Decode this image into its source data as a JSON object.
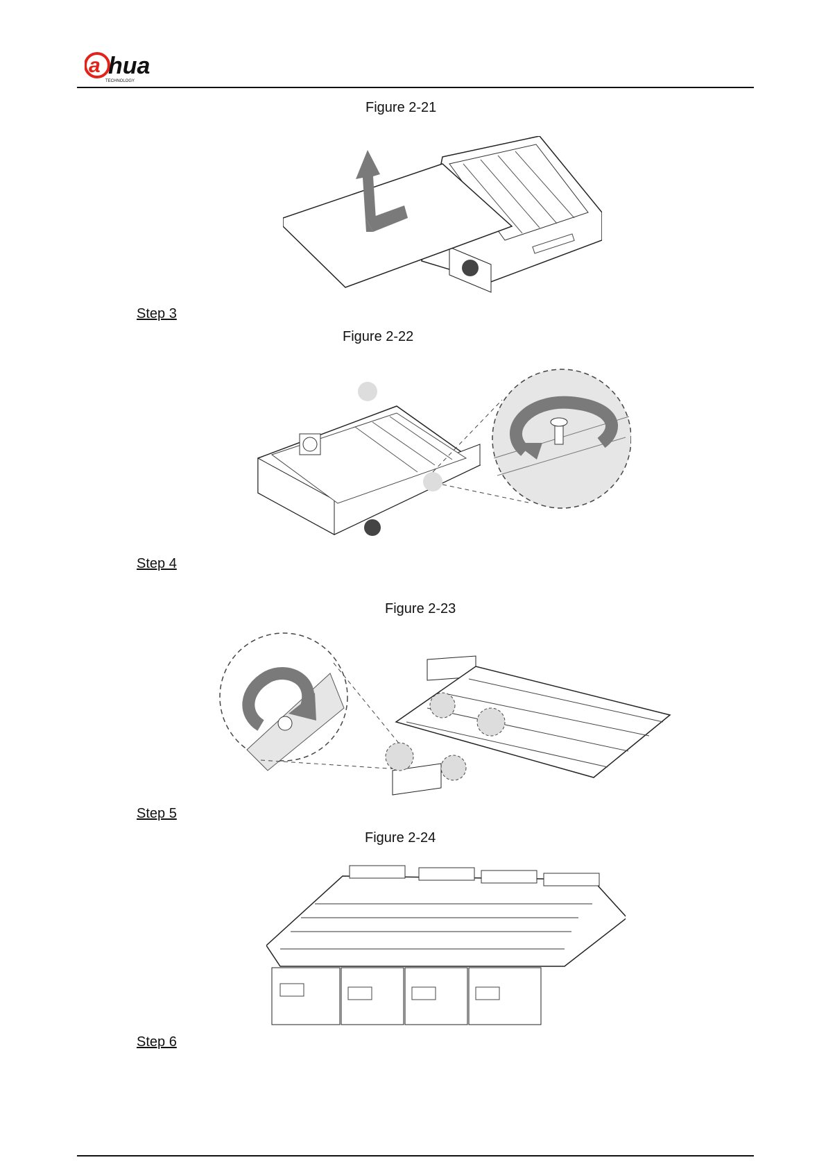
{
  "header": {
    "logo_text": "alhua",
    "logo_subtext": "TECHNOLOGY"
  },
  "figures": [
    {
      "caption": "Figure 2-21"
    },
    {
      "caption": "Figure 2-22"
    },
    {
      "caption": "Figure 2-23"
    },
    {
      "caption": "Figure 2-24"
    }
  ],
  "steps": [
    {
      "label": "Step 3"
    },
    {
      "label": "Step 4"
    },
    {
      "label": "Step 5"
    },
    {
      "label": "Step 6"
    }
  ],
  "colors": {
    "brand_red": "#e2231a",
    "ink": "#111111",
    "arrow_gray": "#7a7a7a",
    "zoom_fill": "#e6e6e6"
  }
}
